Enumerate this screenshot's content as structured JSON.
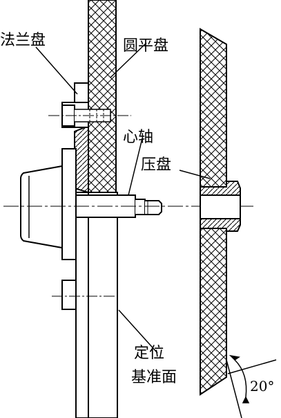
{
  "labels": {
    "flange_plate": "法兰盘",
    "round_flat_plate": "圆平盘",
    "spindle": "心轴",
    "pressure_plate": "压盘",
    "positioning_ref_line1": "定位",
    "positioning_ref_line2": "基准面",
    "angle": "20°"
  },
  "colors": {
    "line": "#000000",
    "background": "#ffffff"
  }
}
